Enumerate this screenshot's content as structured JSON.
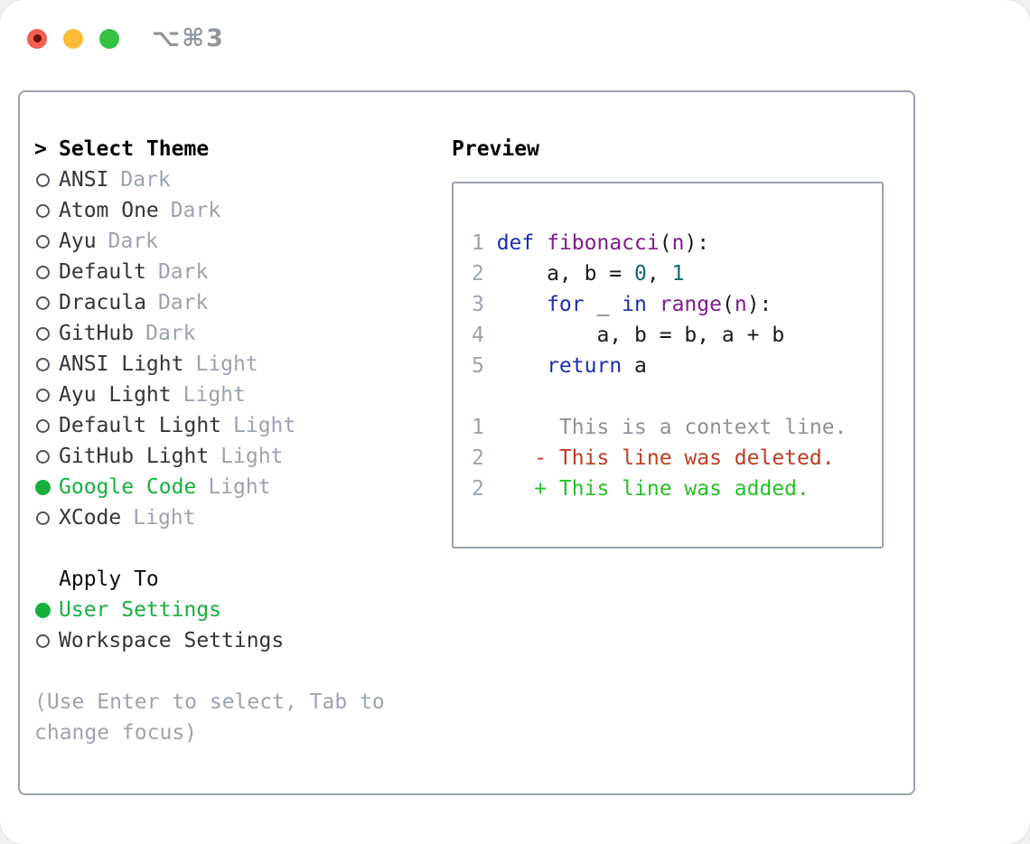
{
  "window": {
    "title": "⌥⌘3"
  },
  "theme_list": {
    "prompt": ">",
    "title": "Select Theme",
    "items": [
      {
        "name": "ANSI",
        "variant": "Dark",
        "selected": false
      },
      {
        "name": "Atom One",
        "variant": "Dark",
        "selected": false
      },
      {
        "name": "Ayu",
        "variant": "Dark",
        "selected": false
      },
      {
        "name": "Default",
        "variant": "Dark",
        "selected": false
      },
      {
        "name": "Dracula",
        "variant": "Dark",
        "selected": false
      },
      {
        "name": "GitHub",
        "variant": "Dark",
        "selected": false
      },
      {
        "name": "ANSI Light",
        "variant": "Light",
        "selected": false
      },
      {
        "name": "Ayu Light",
        "variant": "Light",
        "selected": false
      },
      {
        "name": "Default Light",
        "variant": "Light",
        "selected": false
      },
      {
        "name": "GitHub Light",
        "variant": "Light",
        "selected": false
      },
      {
        "name": "Google Code",
        "variant": "Light",
        "selected": true
      },
      {
        "name": "XCode",
        "variant": "Light",
        "selected": false
      }
    ]
  },
  "apply_to": {
    "title": "Apply To",
    "options": [
      {
        "name": "User Settings",
        "selected": true
      },
      {
        "name": "Workspace Settings",
        "selected": false
      }
    ]
  },
  "hint": {
    "lines": [
      "(Use Enter to select, Tab to",
      "change focus)"
    ]
  },
  "preview": {
    "title": "Preview",
    "code_lines": [
      {
        "num": "1",
        "tokens": [
          [
            "def",
            "kw"
          ],
          [
            " ",
            "pln"
          ],
          [
            "fibonacci",
            "typ"
          ],
          [
            "(",
            "pln"
          ],
          [
            "n",
            "typ"
          ],
          [
            "):",
            "pln"
          ]
        ]
      },
      {
        "num": "2",
        "tokens": [
          [
            "    a, b = ",
            "pln"
          ],
          [
            "0",
            "lit"
          ],
          [
            ", ",
            "pln"
          ],
          [
            "1",
            "lit"
          ]
        ]
      },
      {
        "num": "3",
        "tokens": [
          [
            "    ",
            "pln"
          ],
          [
            "for",
            "kw"
          ],
          [
            " _ ",
            "pln"
          ],
          [
            "in",
            "kw"
          ],
          [
            " ",
            "pln"
          ],
          [
            "range",
            "typ"
          ],
          [
            "(",
            "pln"
          ],
          [
            "n",
            "typ"
          ],
          [
            "):",
            "pln"
          ]
        ]
      },
      {
        "num": "4",
        "tokens": [
          [
            "        a, b = b, a + b",
            "pln"
          ]
        ]
      },
      {
        "num": "5",
        "tokens": [
          [
            "    ",
            "pln"
          ],
          [
            "return",
            "kw"
          ],
          [
            " a",
            "pln"
          ]
        ]
      }
    ],
    "diff_lines": [
      {
        "num": "1",
        "text": "     This is a context line.",
        "kind": "ctx"
      },
      {
        "num": "2",
        "text": "   - This line was deleted.",
        "kind": "del"
      },
      {
        "num": "2",
        "text": "   + This line was added.",
        "kind": "add"
      }
    ]
  },
  "colors": {
    "accent-green": "#16b13c",
    "diff-add": "#27c127",
    "diff-del": "#c13b22",
    "kw": "#1c2faf",
    "typ": "#811b8d",
    "lit": "#0e6b6e",
    "pln": "#1a1a1a",
    "ctx": "#8b929c",
    "muted": "#9aa4b2",
    "border": "#9aa3ae",
    "traffic-red": "#f15e52",
    "traffic-yellow": "#f9bd39",
    "traffic-green": "#33c244"
  }
}
